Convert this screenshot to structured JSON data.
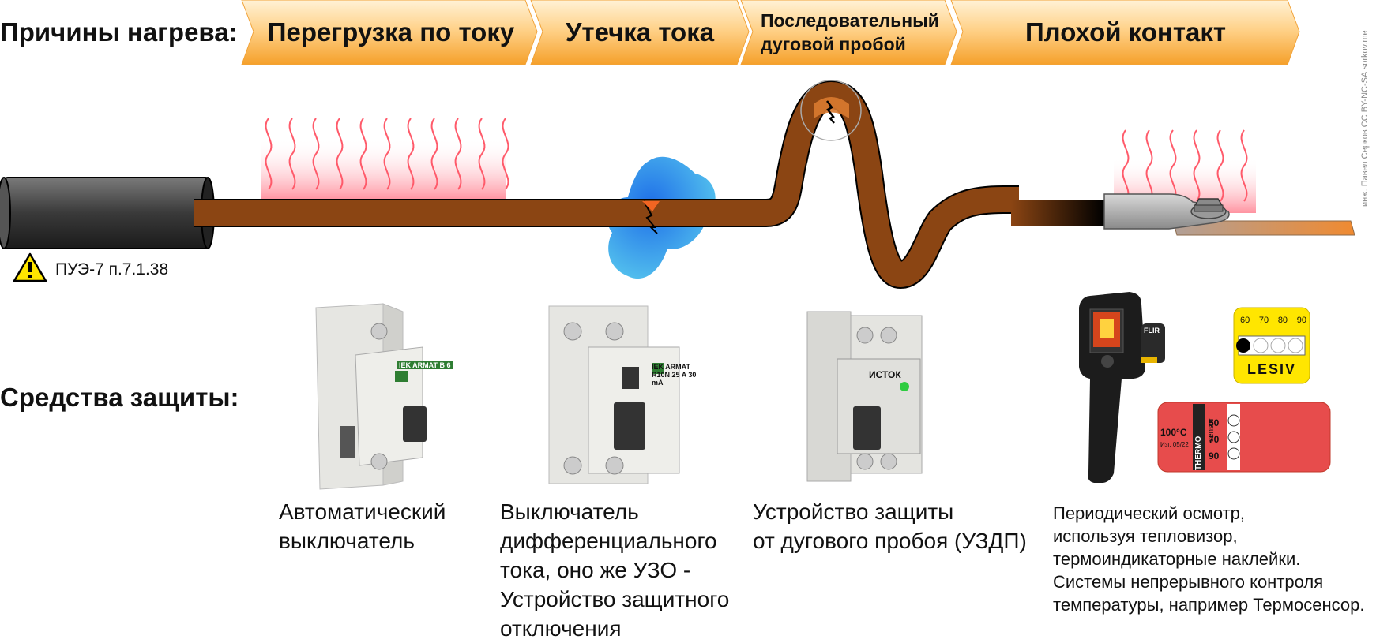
{
  "header": {
    "causes_label": "Причины нагрева:",
    "causes": [
      {
        "label": "Перегрузка по току"
      },
      {
        "label": "Утечка тока"
      },
      {
        "label": "Последовательный\nдуговой пробой"
      },
      {
        "label": "Плохой контакт"
      }
    ]
  },
  "warning": {
    "text": "ПУЭ-7 п.7.1.38"
  },
  "protection": {
    "label": "Средства защиты:",
    "devices": [
      {
        "caption": "Автоматический\nвыключатель",
        "device_text": "IEK ARMAT B 6"
      },
      {
        "caption": "Выключатель\nдифференциального\nтока, оно же УЗО -\nУстройство защитного\nотключения",
        "device_text": "IEK ARMAT R10N 25 A 30 mA"
      },
      {
        "caption": "Устройство защиты\nот дугового пробоя (УЗДП)",
        "device_text": "ИСТОК"
      },
      {
        "caption": "Периодический осмотр,\nиспользуя тепловизор,\nтермоиндикаторные наклейки.\nСистемы непрерывного контроля\nтемпературы, например Термосенсор."
      }
    ]
  },
  "sticker_lesiv": {
    "temps": [
      "60",
      "70",
      "80",
      "90"
    ],
    "brand": "LESIV"
  },
  "sticker_thermo": {
    "temp": "100°C",
    "code": "Изг. 05/22",
    "levels": [
      "50",
      "70",
      "90"
    ],
    "brand": "THERMO",
    "brand2": "sensor"
  },
  "camera_brand": "FLIR",
  "credit": "инж. Павел Серков CC BY-NC-SA sorkov.me",
  "colors": {
    "chevron_top": "#ffe6b3",
    "chevron_bottom": "#f6a530",
    "wire": "#8b4513",
    "heat": "#ff5a6a",
    "water": "#3aa8e6",
    "warning": "#ffe600"
  }
}
